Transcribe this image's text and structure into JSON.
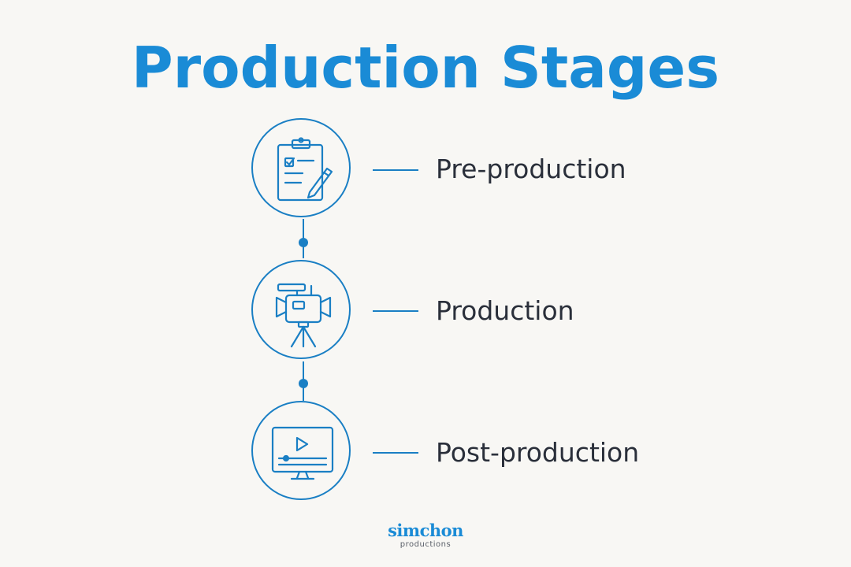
{
  "title": "Production Stages",
  "accent_color": "#1a7fc4",
  "title_color": "#1a8bd6",
  "stages": [
    {
      "label": "Pre-production",
      "icon": "clipboard-pencil-icon"
    },
    {
      "label": "Production",
      "icon": "video-camera-tripod-icon"
    },
    {
      "label": "Post-production",
      "icon": "monitor-play-icon"
    }
  ],
  "logo": {
    "name": "simchon",
    "tagline": "productions"
  }
}
